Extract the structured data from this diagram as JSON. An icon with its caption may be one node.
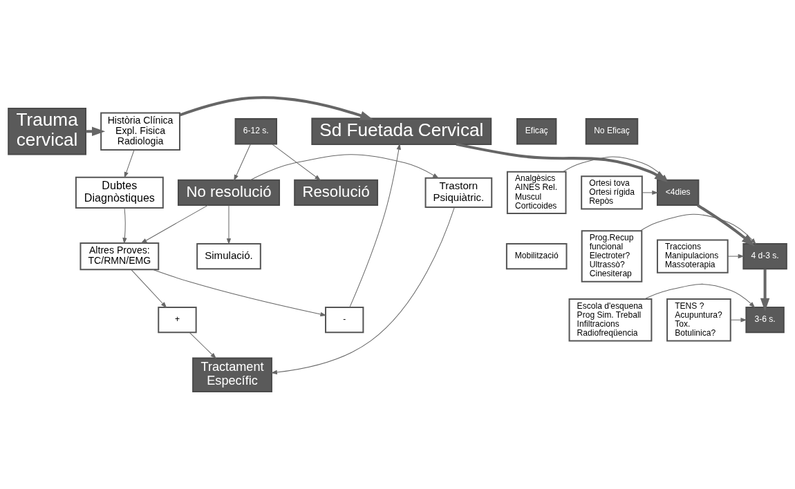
{
  "diagram": {
    "nodes": [
      {
        "text": [
          "Trauma cervical"
        ]
      },
      {
        "text": [
          "Història Clínica Expl. Fisica Radiologia"
        ]
      },
      {
        "text": [
          "Dubtes Diagnòstiques"
        ]
      },
      {
        "text": [
          "Altres Proves: TC/RMN/EMG"
        ]
      },
      {
        "text": [
          "+"
        ]
      },
      {
        "text": [
          "-"
        ]
      },
      {
        "text": [
          "Tractament Específic"
        ]
      },
      {
        "text": [
          "Trastorn Psiquiàtric."
        ]
      },
      {
        "text": [
          "Simulació."
        ]
      },
      {
        "text": [
          "Sd Fuetada Cervical"
        ]
      },
      {
        "text": [
          "Eficaç"
        ]
      },
      {
        "text": [
          "Analgèsics AINES Rel. Muscul Corticoides"
        ]
      },
      {
        "text": [
          "Mobilització"
        ]
      },
      {
        "text": [
          "No Eficaç"
        ]
      },
      {
        "text": [
          "<4dies"
        ]
      },
      {
        "text": [
          "Ortesi tova Ortesi rígida Repòs"
        ]
      },
      {
        "text": [
          "Prog.Recup funcional Electroter? Ultrassò? Cinesiterap"
        ]
      },
      {
        "text": [
          "4 d-3 s."
        ]
      },
      {
        "text": [
          "Traccions Manipulacions Massoterapia"
        ]
      },
      {
        "text": [
          "Escola d'esquena Prog Sim. Treball Infiltracions Radiofreqüencia"
        ]
      },
      {
        "text": [
          "3-6 s."
        ]
      },
      {
        "text": [
          "6-12 s."
        ]
      },
      {
        "text": [
          "TENS ? Acupuntura? Tox. Botulinica?"
        ]
      },
      {
        "text": [
          "No resolució"
        ]
      },
      {
        "text": [
          "Resolució"
        ]
      }
    ],
    "edges": [
      {
        "from": 0,
        "to": 1,
        "arrow": "to",
        "style": "thick"
      },
      {
        "from": 1,
        "to": 9,
        "arrow": "to",
        "style": "thick"
      },
      {
        "from": 5,
        "to": 9,
        "arrow": "to"
      },
      {
        "from": 1,
        "to": 2,
        "arrow": "to"
      },
      {
        "from": 2,
        "to": 3,
        "arrow": "to"
      },
      {
        "from": 3,
        "to": 4,
        "arrow": "to"
      },
      {
        "from": 3,
        "to": 5,
        "arrow": "to"
      },
      {
        "from": 4,
        "to": 6,
        "arrow": "to"
      },
      {
        "from": 7,
        "to": 6,
        "arrow": "to"
      },
      {
        "from": 9,
        "to": 14,
        "arrow": "to",
        "style": "thick"
      },
      {
        "from": 11,
        "to": 14,
        "arrow": "to"
      },
      {
        "from": 15,
        "to": 14,
        "arrow": "to"
      },
      {
        "from": 14,
        "to": 17,
        "arrow": "to",
        "style": "thick"
      },
      {
        "from": 16,
        "to": 17,
        "arrow": "to"
      },
      {
        "from": 18,
        "to": 17,
        "arrow": "to"
      },
      {
        "from": 17,
        "to": 20,
        "arrow": "to",
        "style": "thick"
      },
      {
        "from": 19,
        "to": 20,
        "arrow": "to"
      },
      {
        "from": 22,
        "to": 20,
        "arrow": "to"
      },
      {
        "from": 21,
        "to": 23,
        "arrow": "to"
      },
      {
        "from": 21,
        "to": 24,
        "arrow": "to"
      },
      {
        "from": 23,
        "to": 8,
        "arrow": "to"
      },
      {
        "from": 23,
        "to": 7,
        "arrow": "to"
      },
      {
        "from": 23,
        "to": 3,
        "arrow": "to"
      }
    ]
  }
}
